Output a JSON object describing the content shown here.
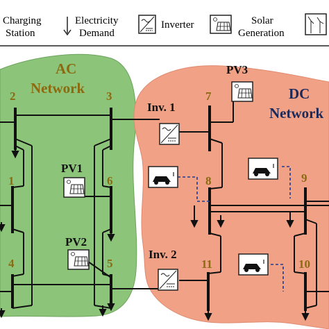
{
  "legend": {
    "charging_station_line1": "Charging",
    "charging_station_line2": "Station",
    "electricity_demand_line1": "Electricity",
    "electricity_demand_line2": "Demand",
    "inverter": "Inverter",
    "solar_generation_line1": "Solar",
    "solar_generation_line2": "Generation"
  },
  "regions": {
    "ac_line1": "AC",
    "ac_line2": "Network",
    "dc_line1": "DC",
    "dc_line2": "Network"
  },
  "buses": {
    "b1": "1",
    "b2": "2",
    "b3": "3",
    "b4": "4",
    "b5": "5",
    "b6": "6",
    "b7": "7",
    "b8": "8",
    "b9": "9",
    "b10": "10",
    "b11": "11"
  },
  "labels": {
    "pv1": "PV1",
    "pv2": "PV2",
    "pv3": "PV3",
    "inv1": "Inv. 1",
    "inv2": "Inv. 2"
  },
  "colors": {
    "ac_fill": "#8cc47a",
    "dc_fill": "#f0a186",
    "bus_number": "#8b6a10",
    "dc_title": "#1c2a5a",
    "ac_title": "#8b6a10",
    "line": "#111111",
    "demand_arrow": "#8a3a1a",
    "ev_link": "#1d3d8f"
  }
}
